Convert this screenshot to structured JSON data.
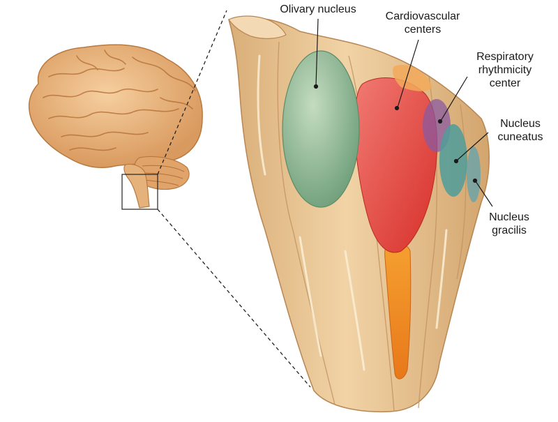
{
  "labels": {
    "olivary": {
      "lines": [
        "Olivary nucleus"
      ]
    },
    "cardio": {
      "lines": [
        "Cardiovascular",
        "centers"
      ]
    },
    "resp": {
      "lines": [
        "Respiratory",
        "rhythmicity",
        "center"
      ]
    },
    "cuneatus": {
      "lines": [
        "Nucleus",
        "cuneatus"
      ]
    },
    "gracilis": {
      "lines": [
        "Nucleus",
        "gracilis"
      ]
    }
  },
  "colors": {
    "tissue": "#e9c79a",
    "tissue_dark": "#c99a62",
    "brain": "#e8b07a",
    "olivary": "#7fb08a",
    "cardiovascular": "#e2453a",
    "respiratory": "#8a5aa0",
    "cuneatus": "#4f9c9a",
    "gracilis": "#6fa3a8",
    "orange_column": "#f08a1e"
  }
}
